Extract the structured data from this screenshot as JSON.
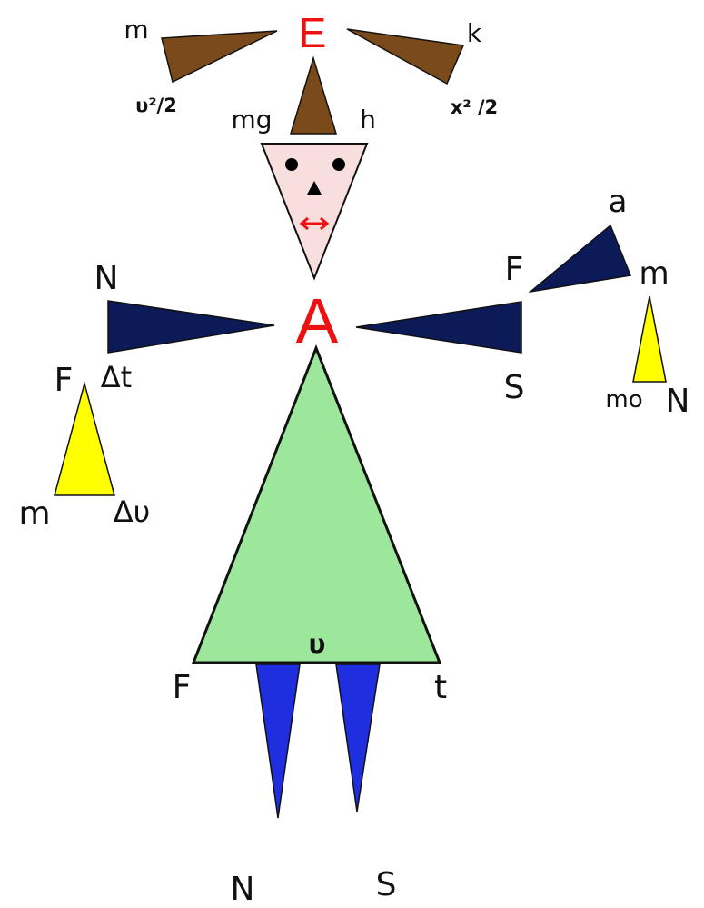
{
  "colors": {
    "brown": "#7b4a1a",
    "navy": "#0c1a58",
    "blue": "#1f2fe0",
    "yellow": "#ffff00",
    "green": "#9ce79c",
    "face": "#f9dede",
    "red": "#ee1111",
    "ink": "#111111"
  },
  "top": {
    "E": "E",
    "left_m": "m",
    "left_v2": "υ²/2",
    "right_k": "k",
    "right_x2": "x² /2",
    "hat_mg": "mg",
    "hat_h": "h"
  },
  "center": {
    "A": "A"
  },
  "left_arm": {
    "N": "N",
    "F": "F",
    "dt": "Δt",
    "m": "m",
    "dv": "Δυ"
  },
  "right_arm": {
    "F": "F",
    "S": "S",
    "a": "a",
    "m": "m",
    "m0": "mo",
    "N": "N"
  },
  "body": {
    "v": "υ",
    "F": "F",
    "t": "t"
  },
  "legs": {
    "N": "N",
    "S": "S"
  }
}
